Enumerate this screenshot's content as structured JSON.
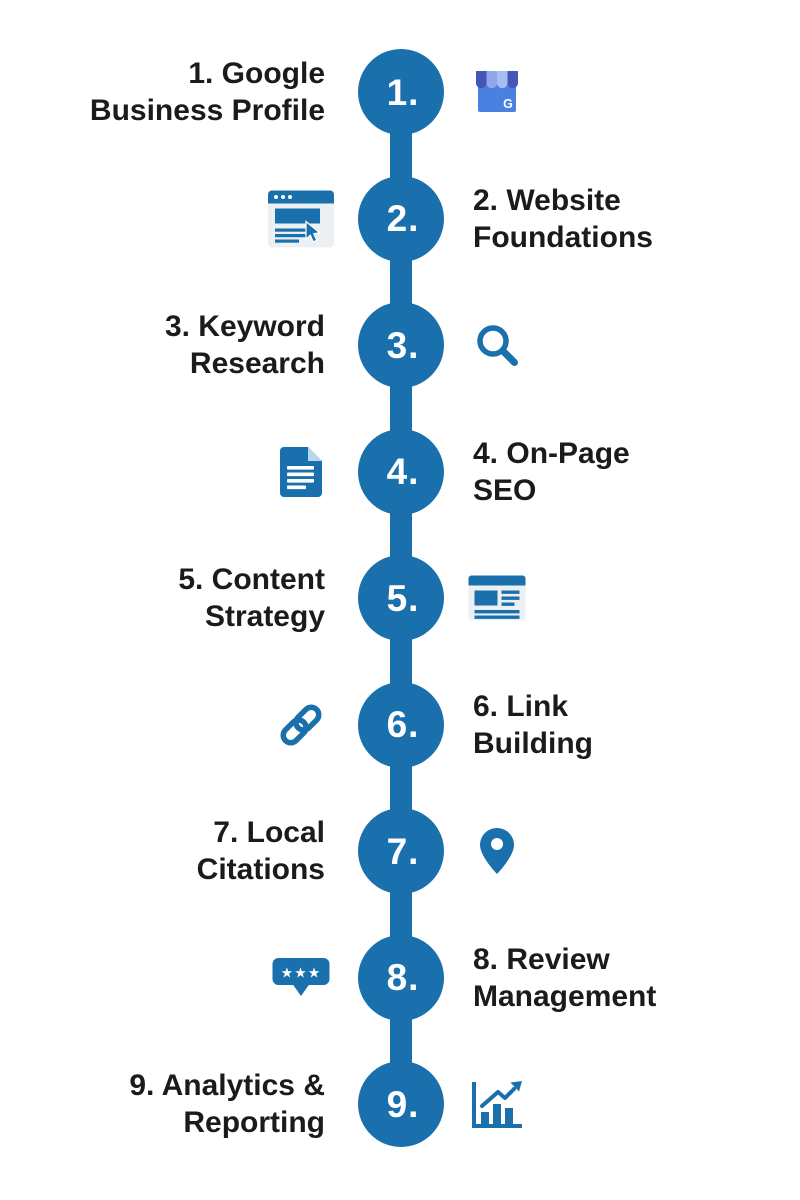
{
  "theme": {
    "background": "#ffffff",
    "primary": "#1a6fad",
    "text": "#1b1b1b",
    "number_color": "#ffffff",
    "card_gray": "#edf0f3",
    "fold_light": "#b9d6f0",
    "google_blue": "#4a80e0",
    "awning_dark": "#4456b8",
    "awning_light": "#8fa7e8",
    "awning_lighter": "#a6bdf2"
  },
  "timeline": {
    "items": [
      {
        "number": "1.",
        "label_lines": [
          "1. Google",
          "Business Profile"
        ],
        "text_side": "left",
        "icon": "google-business-profile-icon"
      },
      {
        "number": "2.",
        "label_lines": [
          "2. Website",
          "Foundations"
        ],
        "text_side": "right",
        "icon": "browser-window-icon"
      },
      {
        "number": "3.",
        "label_lines": [
          "3. Keyword",
          "Research"
        ],
        "text_side": "left",
        "icon": "search-icon"
      },
      {
        "number": "4.",
        "label_lines": [
          "4. On-Page",
          "SEO"
        ],
        "text_side": "right",
        "icon": "document-icon"
      },
      {
        "number": "5.",
        "label_lines": [
          "5. Content",
          "Strategy"
        ],
        "text_side": "left",
        "icon": "newspaper-icon"
      },
      {
        "number": "6.",
        "label_lines": [
          "6. Link",
          "Building"
        ],
        "text_side": "right",
        "icon": "link-icon"
      },
      {
        "number": "7.",
        "label_lines": [
          "7. Local",
          "Citations"
        ],
        "text_side": "left",
        "icon": "map-pin-icon"
      },
      {
        "number": "8.",
        "label_lines": [
          "8. Review",
          "Management"
        ],
        "text_side": "right",
        "icon": "review-stars-bubble-icon"
      },
      {
        "number": "9.",
        "label_lines": [
          "9. Analytics &",
          "Reporting"
        ],
        "text_side": "left",
        "icon": "bar-chart-growth-icon"
      }
    ]
  }
}
